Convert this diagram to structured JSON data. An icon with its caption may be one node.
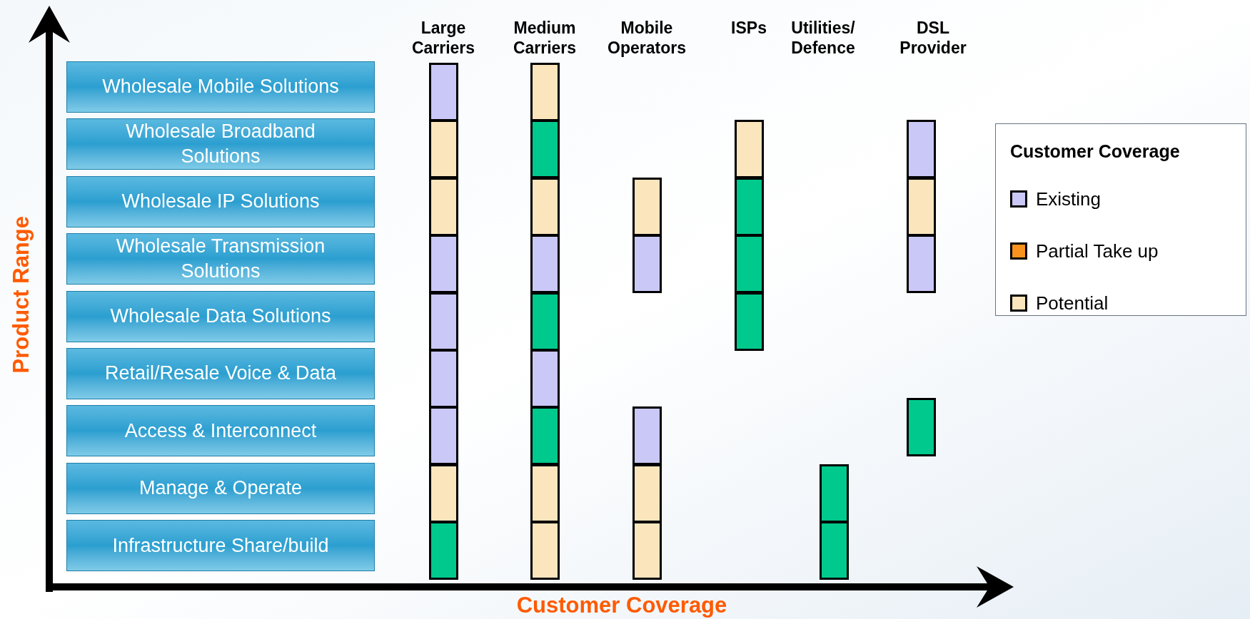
{
  "diagram": {
    "nodes": [
      {
        "text": [
          "Wholesale Mobile Solutions"
        ]
      },
      {
        "text": [
          "Wholesale Broadband Solutions"
        ]
      },
      {
        "text": [
          "Wholesale IP Solutions"
        ]
      },
      {
        "text": [
          "Wholesale Transmission Solutions"
        ]
      },
      {
        "text": [
          "Wholesale Data Solutions"
        ]
      },
      {
        "text": [
          "Retail/Resale Voice & Data"
        ]
      },
      {
        "text": [
          "Access & Interconnect"
        ]
      },
      {
        "text": [
          "Manage & Operate"
        ]
      },
      {
        "text": [
          "Infrastructure Share/build"
        ]
      },
      {
        "text": [],
        "shape": "box"
      },
      {
        "text": [],
        "shape": "box"
      },
      {
        "text": [],
        "shape": "box"
      },
      {
        "text": [],
        "shape": "box"
      },
      {
        "text": [],
        "shape": "box"
      },
      {
        "text": [],
        "shape": "box"
      },
      {
        "text": [],
        "shape": "box"
      },
      {
        "text": [],
        "shape": "box"
      },
      {
        "text": [],
        "shape": "box"
      },
      {
        "text": [],
        "shape": "box"
      },
      {
        "text": [],
        "shape": "box"
      },
      {
        "text": [],
        "shape": "box"
      },
      {
        "text": [],
        "shape": "box"
      },
      {
        "text": [],
        "shape": "box"
      },
      {
        "text": [],
        "shape": "box"
      },
      {
        "text": [],
        "shape": "box"
      },
      {
        "text": [],
        "shape": "box"
      },
      {
        "text": [],
        "shape": "box"
      },
      {
        "text": [],
        "shape": "box"
      },
      {
        "text": [],
        "shape": "box"
      },
      {
        "text": [],
        "shape": "box"
      },
      {
        "text": [],
        "shape": "box"
      },
      {
        "text": [],
        "shape": "box"
      },
      {
        "text": [],
        "shape": "box"
      },
      {
        "text": [],
        "shape": "box"
      },
      {
        "text": [],
        "shape": "box"
      },
      {
        "text": [],
        "shape": "box"
      },
      {
        "text": [],
        "shape": "box"
      },
      {
        "text": [],
        "shape": "box"
      },
      {
        "text": [],
        "shape": "box"
      },
      {
        "text": [],
        "shape": "box"
      },
      {
        "text": [],
        "shape": "box"
      },
      {
        "text": [],
        "shape": "box"
      }
    ],
    "labels": [
      "Large Carriers",
      "Medium Carriers",
      "Mobile Operators",
      "ISPs",
      "Utilities/ Defence",
      "DSL Provider",
      "Customer Coverage",
      "Product Range",
      "Customer Coverage"
    ],
    "legend": [
      {
        "text": "Existing",
        "color": "#cac8f6"
      },
      {
        "text": "Partial Take up",
        "color": "#f7931e"
      },
      {
        "text": "Potential",
        "color": "#fbe5bd"
      }
    ]
  }
}
